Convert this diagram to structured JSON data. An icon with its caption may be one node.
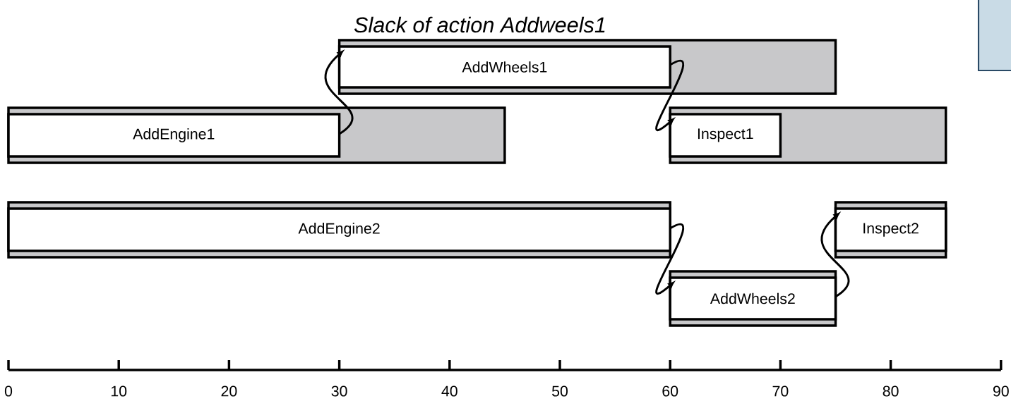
{
  "diagram": {
    "title": "Slack of action Addweels1",
    "nodes": [
      {
        "text": [],
        "shape": "bar"
      },
      {
        "text": [
          "AddWheels1"
        ],
        "in": 0
      },
      {
        "text": [],
        "shape": "bar"
      },
      {
        "text": [
          "AddEngine1"
        ],
        "in": 2
      },
      {
        "text": [],
        "shape": "bar"
      },
      {
        "text": [
          "Inspect1"
        ],
        "in": 4
      },
      {
        "text": [],
        "shape": "bar"
      },
      {
        "text": [
          "AddEngine2"
        ],
        "in": 6
      },
      {
        "text": [],
        "shape": "bar"
      },
      {
        "text": [
          "Inspect2"
        ],
        "in": 8
      },
      {
        "text": [],
        "shape": "bar"
      },
      {
        "text": [
          "AddWheels2"
        ],
        "in": 10
      }
    ],
    "edges": [
      {
        "from": 3,
        "to": 1,
        "arrow": "to"
      },
      {
        "from": 1,
        "to": 5,
        "arrow": "to"
      },
      {
        "from": 7,
        "to": 11,
        "arrow": "to"
      },
      {
        "from": 11,
        "to": 9,
        "arrow": "to"
      }
    ],
    "labels": [
      "0",
      "10",
      "20",
      "30",
      "40",
      "50",
      "60",
      "70",
      "80",
      "90"
    ]
  }
}
